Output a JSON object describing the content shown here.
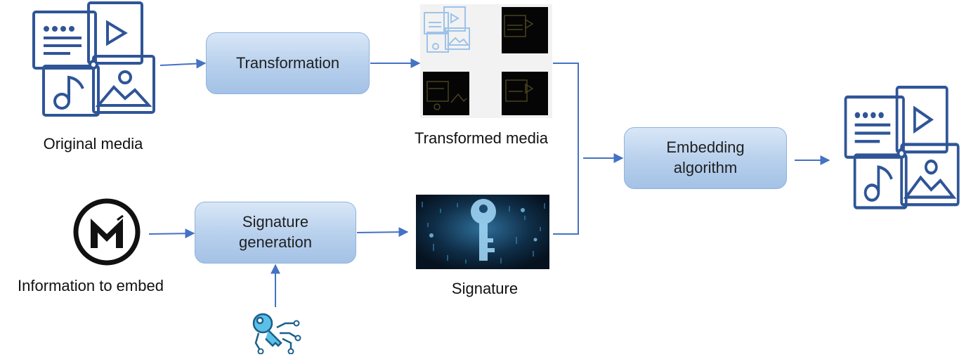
{
  "colors": {
    "arrow": "#4472c4",
    "icon_stroke": "#2f5597",
    "box_fill_top": "#d9e7f7",
    "box_fill_bottom": "#a4c2e6",
    "box_border": "#8fb3dc"
  },
  "nodes": {
    "original_media": {
      "label": "Original media",
      "icon": "media-collage-icon"
    },
    "transformation": {
      "label": "Transformation"
    },
    "transformed_media": {
      "label": "Transformed media",
      "icon": "transformed-media-tiles"
    },
    "information": {
      "label": "Information to embed",
      "icon": "m-logo-icon"
    },
    "signature_generation": {
      "label": "Signature\ngeneration"
    },
    "key": {
      "icon": "circuit-key-icon"
    },
    "signature": {
      "label": "Signature",
      "icon": "digital-key-image"
    },
    "embedding": {
      "label": "Embedding\nalgorithm"
    },
    "output_media": {
      "icon": "media-collage-icon"
    }
  }
}
